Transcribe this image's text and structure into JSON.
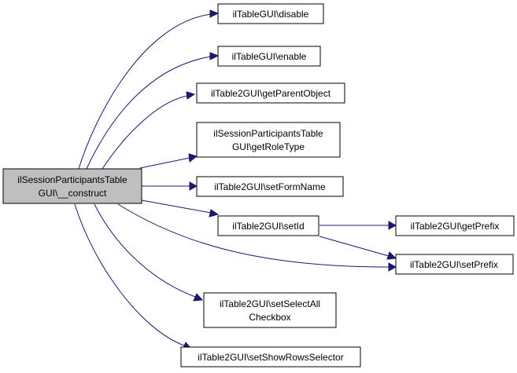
{
  "diagram": {
    "colors": {
      "edge": "#191970",
      "root_fill": "#bfbfbf",
      "node_fill": "#ffffff",
      "border": "#000000"
    },
    "nodes": {
      "root": [
        "ilSessionParticipantsTable",
        "GUI\\__construct"
      ],
      "disable": [
        "ilTableGUI\\disable"
      ],
      "enable": [
        "ilTableGUI\\enable"
      ],
      "getParentObject": [
        "ilTable2GUI\\getParentObject"
      ],
      "getRoleType": [
        "ilSessionParticipantsTable",
        "GUI\\getRoleType"
      ],
      "setFormName": [
        "ilTable2GUI\\setFormName"
      ],
      "setId": [
        "ilTable2GUI\\setId"
      ],
      "getPrefix": [
        "ilTable2GUI\\getPrefix"
      ],
      "setPrefix": [
        "ilTable2GUI\\setPrefix"
      ],
      "setSelectAllCheckbox": [
        "ilTable2GUI\\setSelectAll",
        "Checkbox"
      ],
      "setShowRowsSelector": [
        "ilTable2GUI\\setShowRowsSelector"
      ]
    },
    "edges": [
      [
        "root",
        "disable"
      ],
      [
        "root",
        "enable"
      ],
      [
        "root",
        "getParentObject"
      ],
      [
        "root",
        "getRoleType"
      ],
      [
        "root",
        "setFormName"
      ],
      [
        "root",
        "setId"
      ],
      [
        "root",
        "setPrefix"
      ],
      [
        "root",
        "setSelectAllCheckbox"
      ],
      [
        "root",
        "setShowRowsSelector"
      ],
      [
        "setId",
        "getPrefix"
      ],
      [
        "setId",
        "setPrefix"
      ]
    ]
  }
}
